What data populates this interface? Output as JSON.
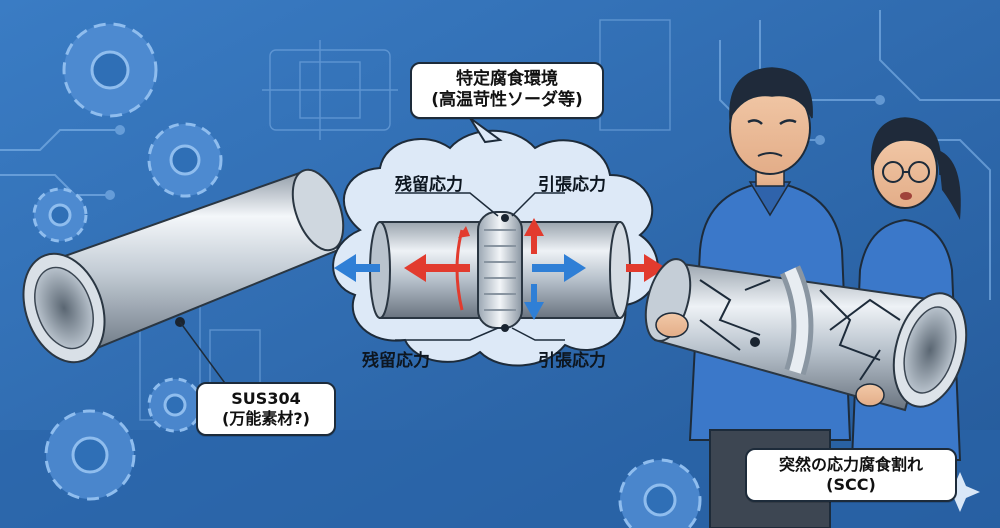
{
  "labels": {
    "environment_line1": "特定腐食環境",
    "environment_line2": "(高温苛性ソーダ等)",
    "residual_top": "残留応力",
    "tensile_top": "引張応力",
    "residual_bottom": "残留応力",
    "tensile_bottom": "引張応力",
    "material_line1": "SUS304",
    "material_line2": "(万能素材?)",
    "result_line1": "突然の応力腐食割れ",
    "result_line2": "(SCC)"
  },
  "colors": {
    "background": "#2f6fb6",
    "arrow_red": "#e23b2e",
    "arrow_blue": "#2f7fd6",
    "cloud": "#dde9f7",
    "pipe": "#c9d3dd",
    "shirt": "#3b78c9"
  },
  "icons": [
    "gear-icon",
    "circuit-trace",
    "sparkle-icon"
  ]
}
